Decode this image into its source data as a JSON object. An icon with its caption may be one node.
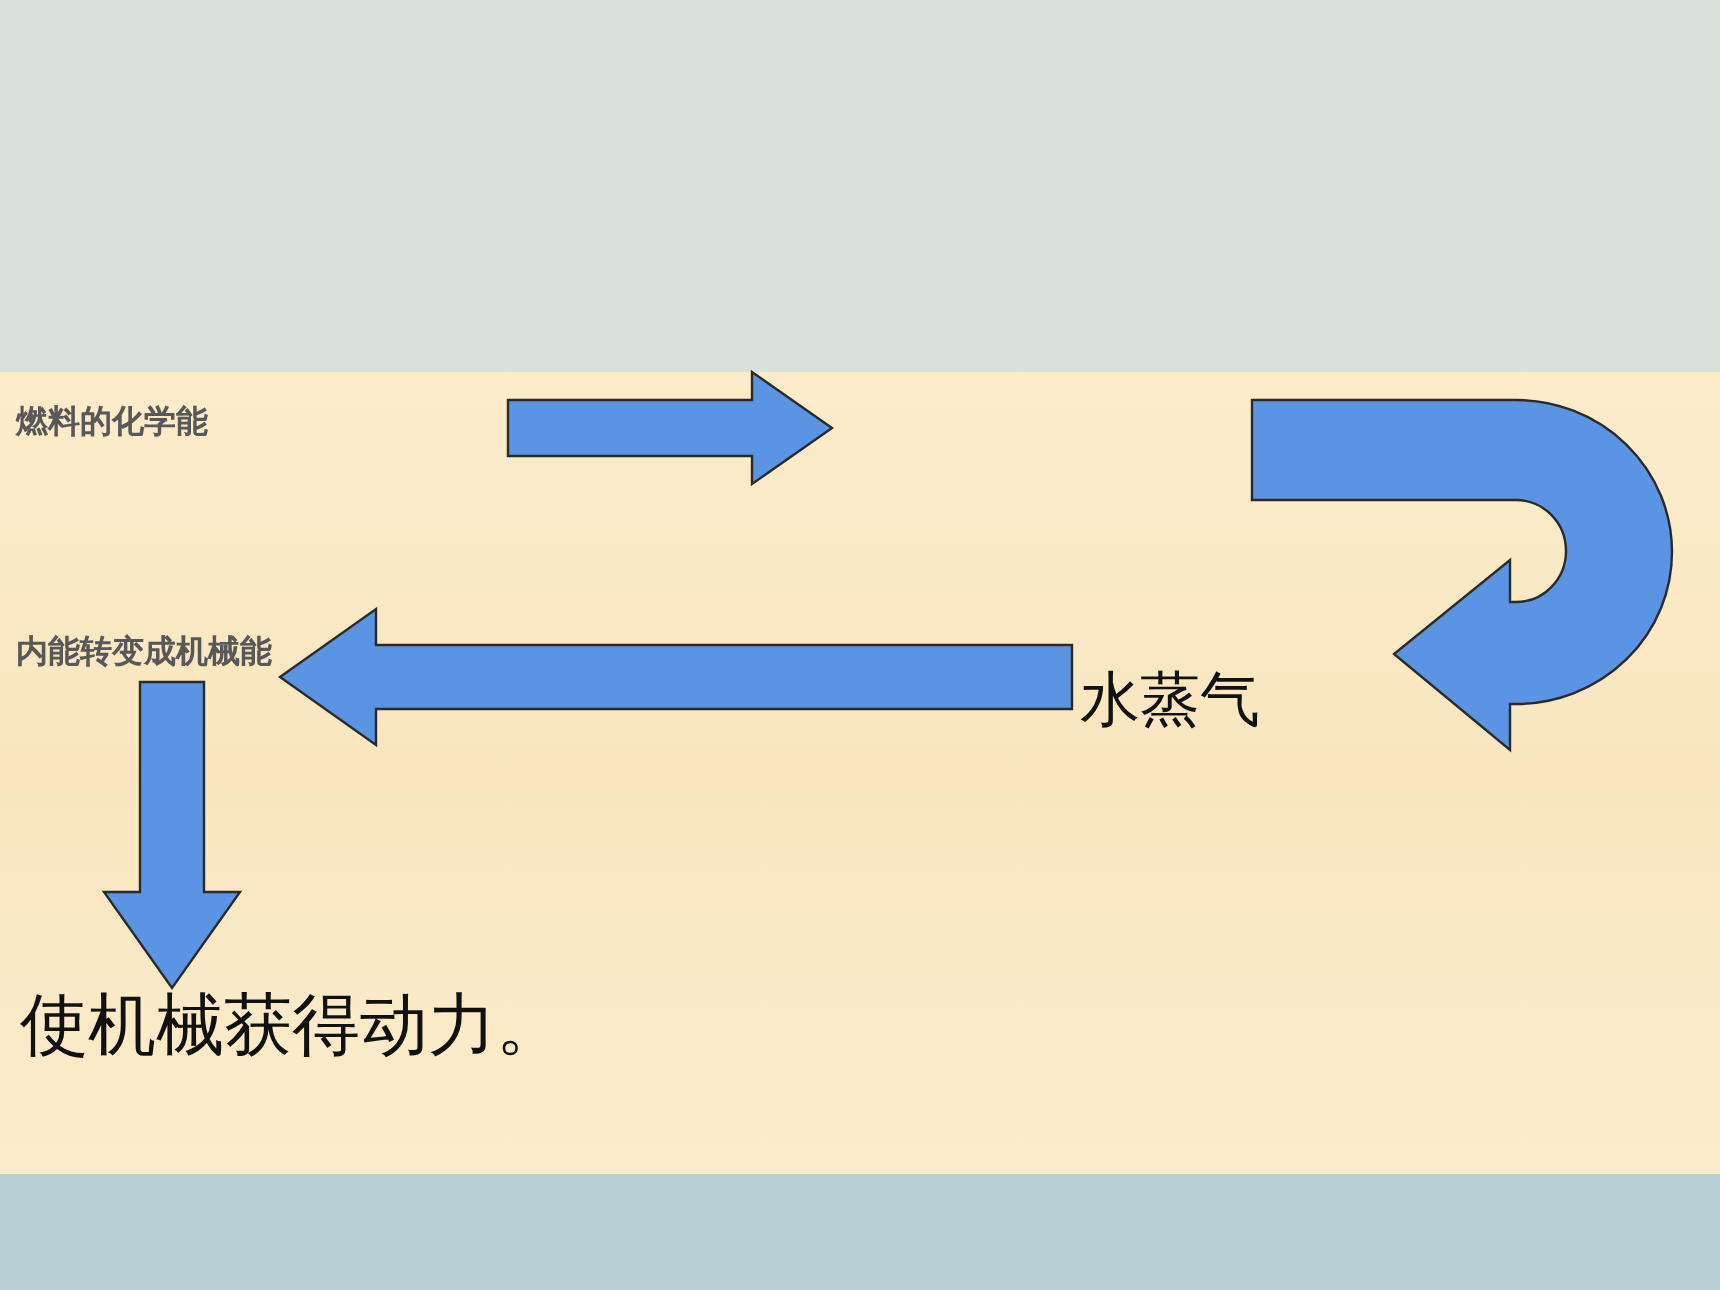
{
  "diagram": {
    "nodes": [
      {
        "text": [
          "燃料的化学能"
        ]
      },
      {
        "text": [
          "内能转变成机械能"
        ]
      },
      {
        "text": [
          "水蒸气"
        ]
      },
      {
        "text": [
          "使机械获得动力。"
        ]
      }
    ],
    "edges": [
      {
        "from": 2,
        "to": 1,
        "arrow": "to"
      },
      {
        "from": 1,
        "to": 3,
        "arrow": "to"
      }
    ]
  }
}
